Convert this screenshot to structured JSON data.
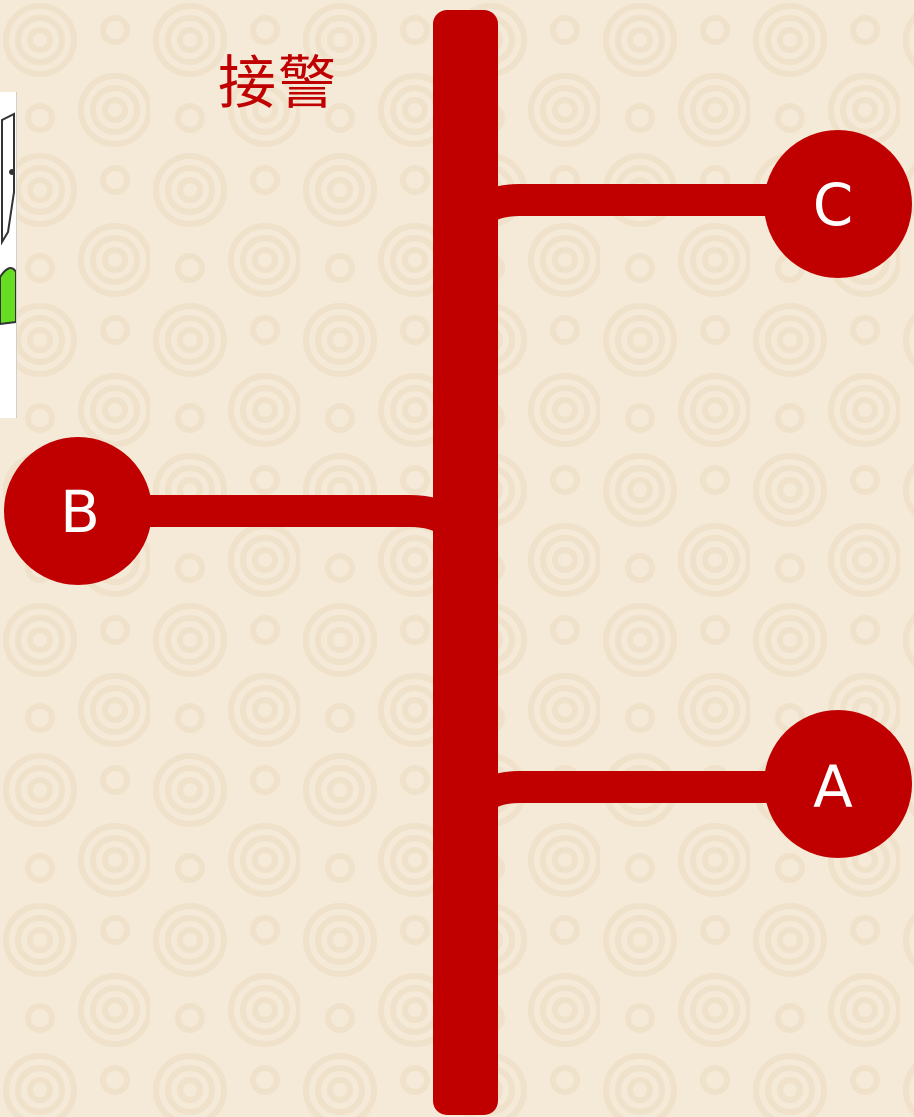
{
  "title": "接警",
  "nodes": {
    "a": {
      "label": "A"
    },
    "b": {
      "label": "B"
    },
    "c": {
      "label": "C"
    }
  },
  "colors": {
    "background": "#f5ead8",
    "accent": "#c00000",
    "label_text": "#ffffff"
  },
  "icons": {
    "thumbnail": "cropped-illustration-thumbnail"
  }
}
